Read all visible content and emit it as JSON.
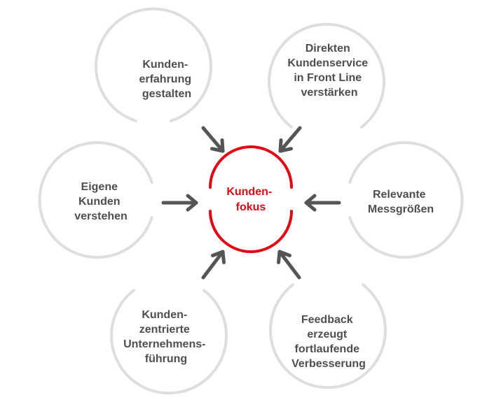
{
  "diagram": {
    "center": {
      "lines": [
        "Kunden-",
        "fokus"
      ]
    },
    "nodes": [
      {
        "id": "kundenerfahrung",
        "lines": [
          "Kunden-",
          "erfahrung",
          "gestalten"
        ]
      },
      {
        "id": "direkter-kundenservice",
        "lines": [
          "Direkten",
          "Kundenservice",
          "in Front Line",
          "verstärken"
        ]
      },
      {
        "id": "eigene-kunden",
        "lines": [
          "Eigene",
          "Kunden",
          "verstehen"
        ]
      },
      {
        "id": "messgroessen",
        "lines": [
          "Relevante",
          "Messgrößen"
        ]
      },
      {
        "id": "unternehmensfuehrung",
        "lines": [
          "Kunden-",
          "zentrierte",
          "Unternehmens-",
          "führung"
        ]
      },
      {
        "id": "feedback",
        "lines": [
          "Feedback",
          "erzeugt",
          "fortlaufende",
          "Verbesserung"
        ]
      }
    ]
  },
  "colors": {
    "center_accent": "#e30613",
    "ring": "#dedede",
    "arrow": "#555555",
    "text": "#4f4f4f"
  }
}
